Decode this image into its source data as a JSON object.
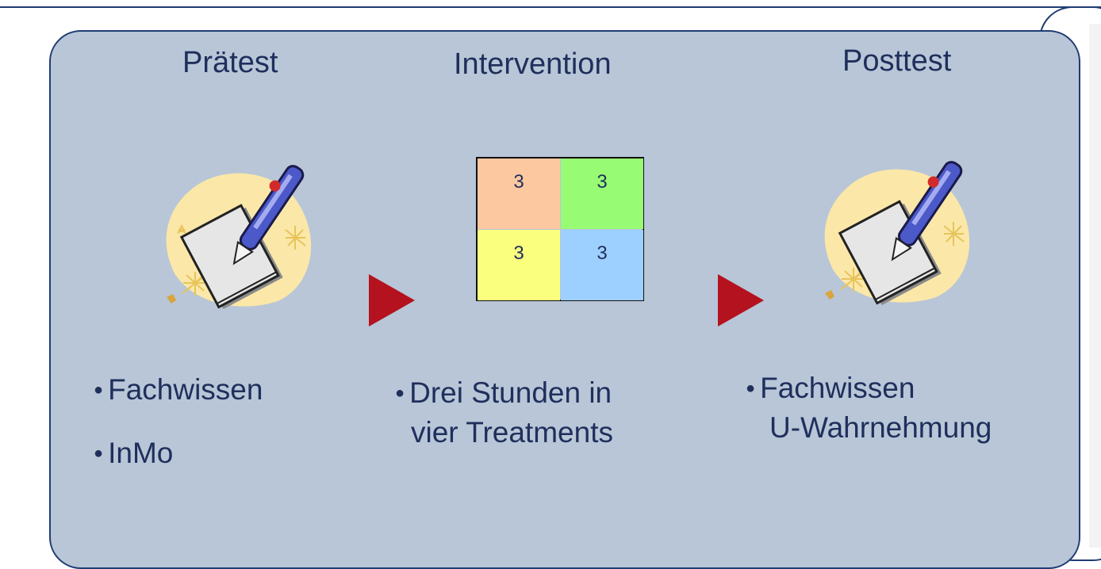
{
  "columns": [
    {
      "heading": "Prätest",
      "bullets": [
        "Fachwissen",
        "InMo"
      ]
    },
    {
      "heading": "Intervention",
      "bullets": [
        "Drei Stunden in",
        "vier Treatments"
      ]
    },
    {
      "heading": "Posttest",
      "bullets": [
        "Fachwissen",
        "U-Wahrnehmung"
      ]
    }
  ],
  "grid": {
    "cells": [
      {
        "value": "3",
        "color": "#fbc89f"
      },
      {
        "value": "3",
        "color": "#98fb74"
      },
      {
        "value": "3",
        "color": "#fbff7e"
      },
      {
        "value": "3",
        "color": "#9dcfff"
      }
    ]
  },
  "colors": {
    "panel": "#b8c6d7",
    "border": "#1f3c73",
    "arrow": "#b3121e",
    "text": "#1f2f5c"
  },
  "icons": [
    "notepad-pen-clipart-icon",
    "arrow-right-icon"
  ]
}
